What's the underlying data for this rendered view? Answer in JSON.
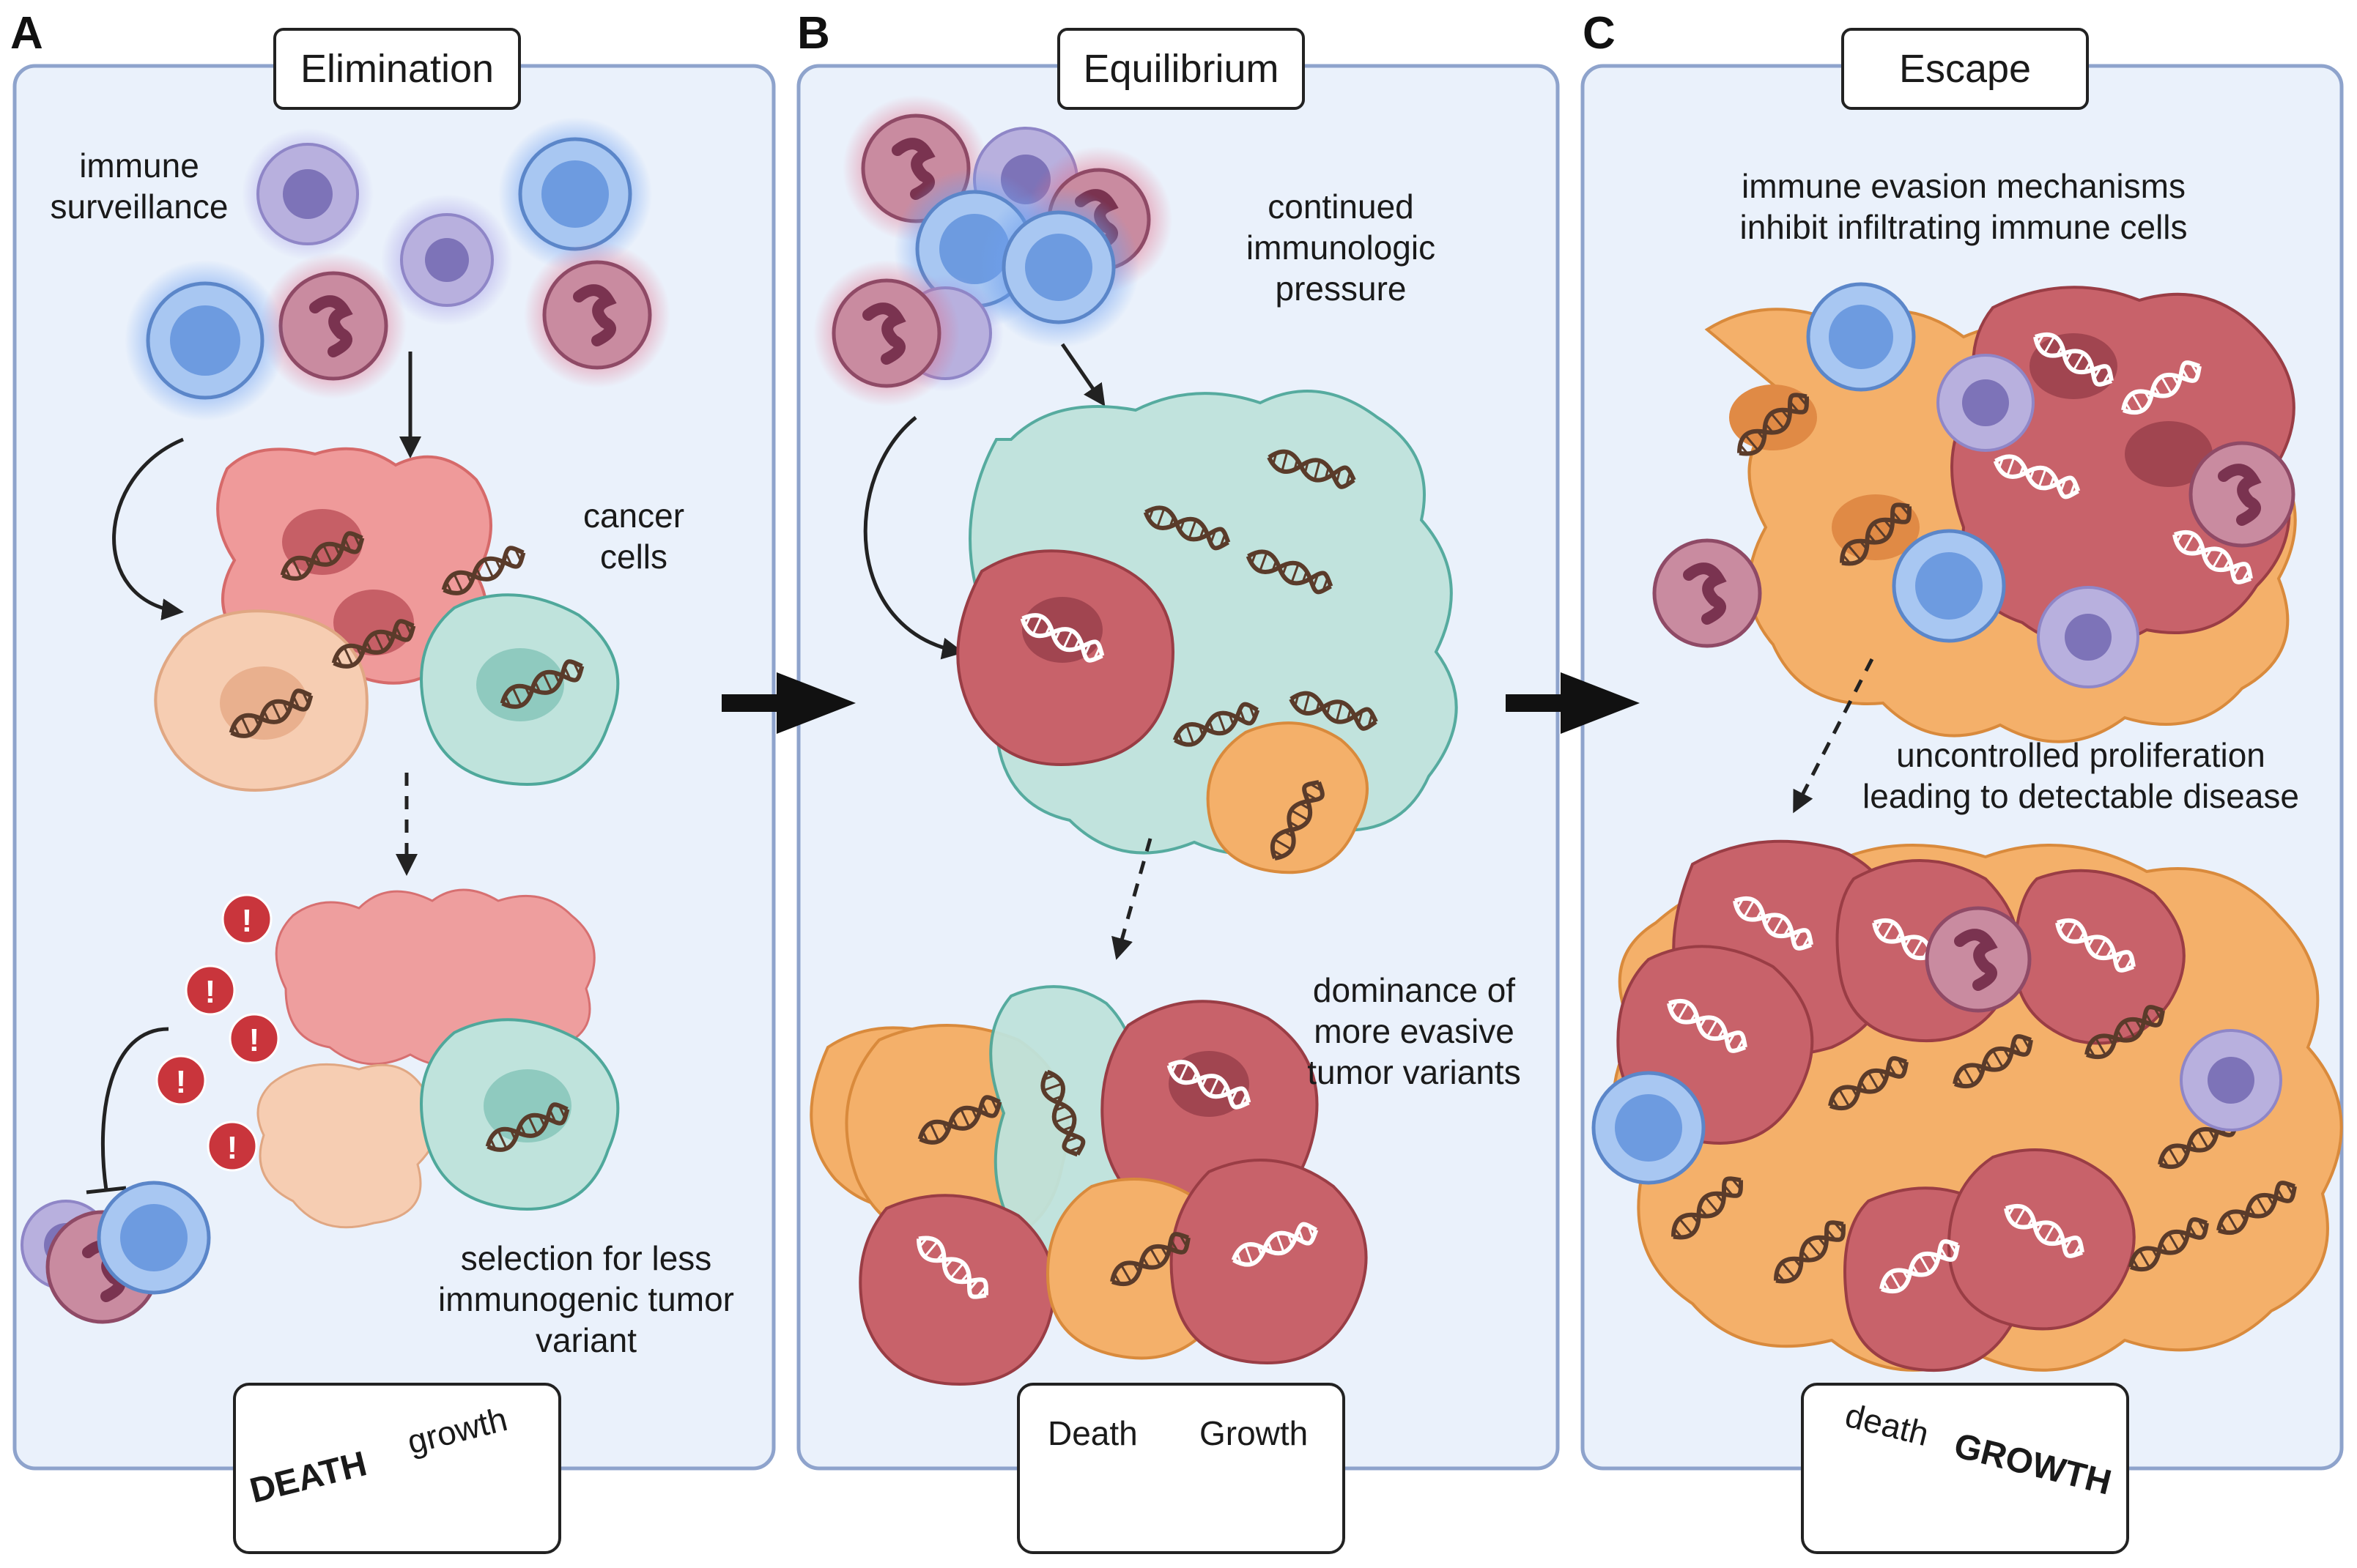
{
  "panels": [
    {
      "letter": "A",
      "title": "Elimination",
      "labels": {
        "immune_surveillance": "immune\nsurveillance",
        "cancer_cells": "cancer\ncells",
        "selection": "selection for less\nimmunogenic tumor\nvariant"
      },
      "scale": {
        "left": "DEATH",
        "right": "growth",
        "tilt": "left-down"
      }
    },
    {
      "letter": "B",
      "title": "Equilibrium",
      "labels": {
        "pressure": "continued\nimmunologic\npressure",
        "dominance": "dominance of\nmore evasive\ntumor variants"
      },
      "scale": {
        "left": "Death",
        "right": "Growth",
        "tilt": "level"
      }
    },
    {
      "letter": "C",
      "title": "Escape",
      "labels": {
        "evasion": "immune evasion mechanisms\ninhibit infiltrating immune cells",
        "proliferation": "uncontrolled proliferation\nleading to detectable disease"
      },
      "scale": {
        "left": "death",
        "right": "GROWTH",
        "tilt": "right-down"
      }
    }
  ],
  "colors": {
    "panel_bg": "#eaf1fb",
    "panel_border": "#8ea3cc",
    "cancer_pink": "#ef9a9a",
    "cancer_peach": "#f6cdb2",
    "cancer_teal": "#bfe3dc",
    "cancer_orange": "#f4b06a",
    "cancer_red": "#c8626a",
    "t_cell": "#8fb5ea",
    "nk_cell": "#b8b0de",
    "neutrophil": "#b46c86",
    "alert_red": "#c9353c"
  },
  "icons": [
    "immune-cell-icon",
    "cancer-cell-icon",
    "dna-icon",
    "alert-icon",
    "seesaw-icon"
  ]
}
